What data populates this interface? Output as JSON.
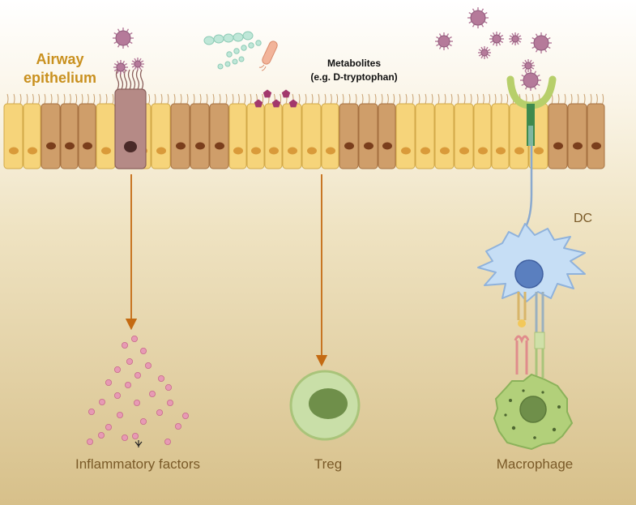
{
  "labels": {
    "airway_line1": "Airway",
    "airway_line2": "epithelium",
    "metabolites_line1": "Metabolites",
    "metabolites_line2": "(e.g. D-tryptophan)",
    "dc": "DC",
    "inflammatory": "Inflammatory factors",
    "treg": "Treg",
    "macrophage": "Macrophage"
  },
  "colors": {
    "airway_label": "#c9901e",
    "bottom_labels": "#7a5a28",
    "arrow": "#c46a12",
    "yellow_cell": "#f6d47a",
    "brown_cell": "#cf9e6a",
    "inflamed_cell": "#b58a86",
    "microbe": "#b57a9a",
    "metabolite": "#a2386c",
    "dc_body": "#c6def5",
    "treg_body": "#c9dfa8",
    "macrophage_body": "#b2d07a",
    "inflammatory_dot": "#e79ab4"
  }
}
